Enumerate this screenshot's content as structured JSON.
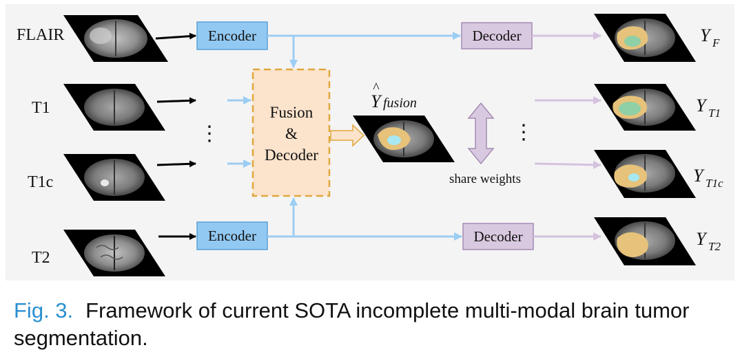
{
  "modalities": {
    "flair": "FLAIR",
    "t1": "T1",
    "t1c": "T1c",
    "t2": "T2"
  },
  "encoder_label": "Encoder",
  "decoder_label": "Decoder",
  "fusion_label": {
    "line1": "Fusion",
    "line2": "&",
    "line3": "Decoder"
  },
  "fusion_output": {
    "symbol": "Y",
    "hat": "^",
    "subscript": "fusion"
  },
  "share_weights": "share weights",
  "outputs": {
    "f": {
      "symbol": "Y",
      "subscript": "F"
    },
    "t1": {
      "symbol": "Y",
      "subscript": "T1"
    },
    "t1c": {
      "symbol": "Y",
      "subscript": "T1c"
    },
    "t2": {
      "symbol": "Y",
      "subscript": "T2"
    }
  },
  "ellipsis": "⋮",
  "caption": {
    "fig": "Fig. 3.",
    "text": "Framework of current SOTA incomplete multi-modal brain tumor segmentation."
  },
  "colors": {
    "encoder_fill": "#92c9f2",
    "encoder_stroke": "#5a9fd6",
    "decoder_fill": "#d9c9e0",
    "decoder_stroke": "#a48bb3",
    "fusion_fill": "#fbe3cc",
    "fusion_stroke": "#e0a73c",
    "arrow_blue": "#9ccdf2",
    "arrow_purple": "#d5c2df",
    "tumor_edema": "#e6c27a",
    "tumor_core": "#8fd0a6",
    "tumor_enh": "#a7e8f2"
  }
}
